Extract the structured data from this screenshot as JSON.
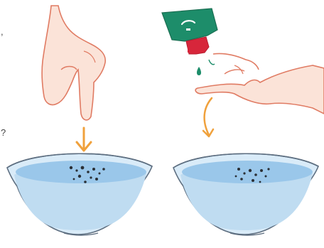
{
  "edge_text": {
    "top_fragment": ",",
    "middle_fragment": "?"
  },
  "colors": {
    "water": "#bfdcf1",
    "water_dark": "#9ac7ea",
    "outline": "#5d6e80",
    "skin": "#fbe3d8",
    "skin_outline": "#e07b63",
    "arrow": "#f0a13c",
    "bottle_green": "#1d8d6a",
    "bottle_red": "#d7263b"
  },
  "icons": [
    "pointing-hand",
    "bottle-hand",
    "bowl-with-pepper",
    "bowl-with-pepper"
  ]
}
